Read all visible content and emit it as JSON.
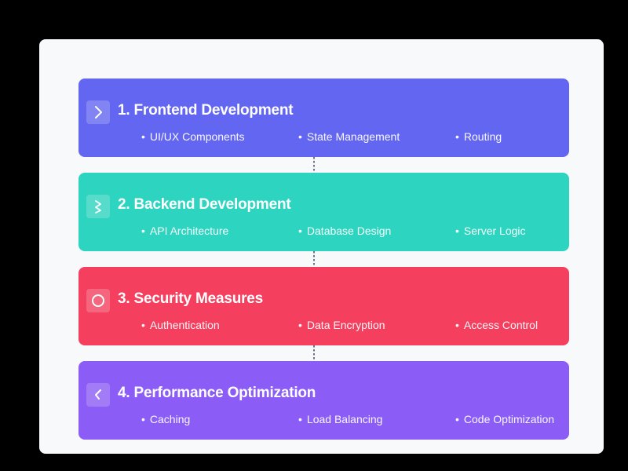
{
  "colors": {
    "background": "#000000",
    "card": "#f8f9fb",
    "connector": "#64748b",
    "frontend": "#6366f1",
    "backend": "#2dd4bf",
    "security": "#f43f5e",
    "performance": "#8b5cf6"
  },
  "sections": [
    {
      "title": "1. Frontend Development",
      "icon": "chevron-right-icon",
      "items": [
        "UI/UX Components",
        "State Management",
        "Routing"
      ]
    },
    {
      "title": "2. Backend Development",
      "icon": "zigzag-icon",
      "items": [
        "API Architecture",
        "Database Design",
        "Server Logic"
      ]
    },
    {
      "title": "3. Security Measures",
      "icon": "circle-icon",
      "items": [
        "Authentication",
        "Data Encryption",
        "Access Control"
      ]
    },
    {
      "title": "4. Performance Optimization",
      "icon": "lightning-icon",
      "items": [
        "Caching",
        "Load Balancing",
        "Code Optimization"
      ]
    }
  ]
}
